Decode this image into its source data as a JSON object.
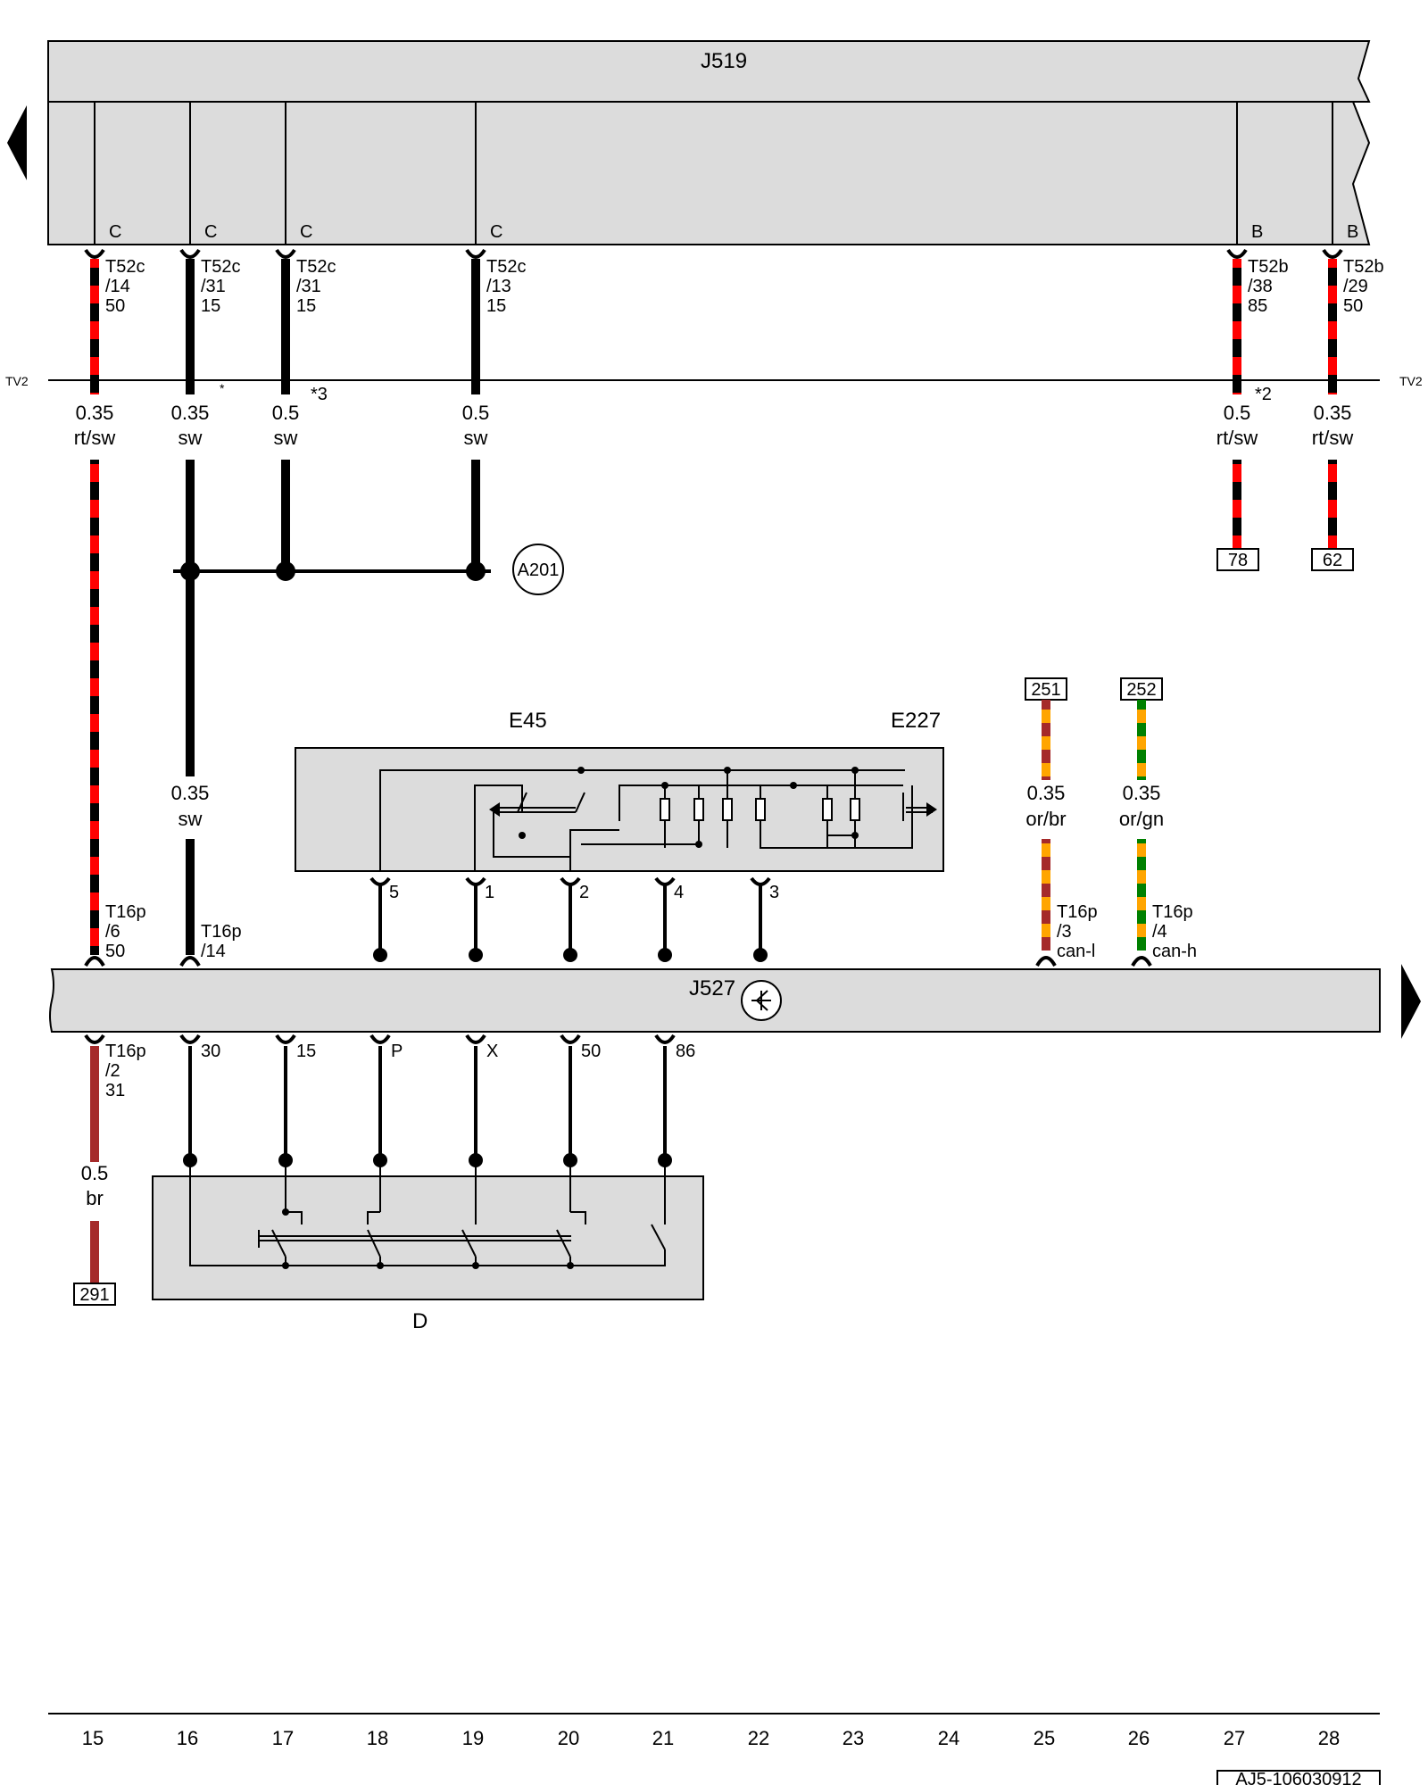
{
  "colors": {
    "background": "#ffffff",
    "component_fill": "#dcdcdc",
    "wire_red": "#ff0000",
    "wire_black": "#000000",
    "wire_brown": "#a52a2a",
    "wire_orange": "#ffa500",
    "wire_green": "#008000"
  },
  "components": {
    "j519": "J519",
    "j527": "J527",
    "e45": "E45",
    "e227": "E227",
    "d": "D",
    "a201": "A201"
  },
  "top_bus": {
    "tv_left": "TV2",
    "tv_right": "TV2",
    "connectors": [
      {
        "side": "C",
        "pin": "T52c\n/14\n50",
        "gauge": "0.35",
        "color": "rt/sw",
        "note": ""
      },
      {
        "side": "C",
        "pin": "T52c\n/31\n15",
        "gauge": "0.35",
        "color": "sw",
        "note": "*"
      },
      {
        "side": "C",
        "pin": "T52c\n/31\n15",
        "gauge": "0.5",
        "color": "sw",
        "note": "*3"
      },
      {
        "side": "C",
        "pin": "T52c\n/13\n15",
        "gauge": "0.5",
        "color": "sw",
        "note": ""
      },
      {
        "side": "B",
        "pin": "T52b\n/38\n85",
        "gauge": "0.5",
        "color": "rt/sw",
        "note": "*2"
      },
      {
        "side": "B",
        "pin": "T52b\n/29\n50",
        "gauge": "0.35",
        "color": "rt/sw",
        "note": ""
      }
    ]
  },
  "refs": {
    "r78": "78",
    "r62": "62",
    "r251": "251",
    "r252": "252",
    "r291": "291"
  },
  "middle": {
    "col16_gauge": "0.35",
    "col16_color": "sw",
    "or_br_gauge": "0.35",
    "or_br_color": "or/br",
    "or_gn_gauge": "0.35",
    "or_gn_color": "or/gn",
    "t16p_6": "T16p\n/6\n50",
    "t16p_14": "T16p\n/14",
    "t16p_3": "T16p\n/3\ncan-l",
    "t16p_4": "T16p\n/4\ncan-h",
    "e45_pins": [
      "5",
      "1",
      "2",
      "4",
      "3"
    ]
  },
  "lower": {
    "t16p_2": "T16p\n/2\n31",
    "br_gauge": "0.5",
    "br_color": "br",
    "j527_pins": [
      "30",
      "15",
      "P",
      "X",
      "50",
      "86"
    ]
  },
  "grid_numbers": [
    "15",
    "16",
    "17",
    "18",
    "19",
    "20",
    "21",
    "22",
    "23",
    "24",
    "25",
    "26",
    "27",
    "28"
  ],
  "footer_code": "AJ5-106030912"
}
